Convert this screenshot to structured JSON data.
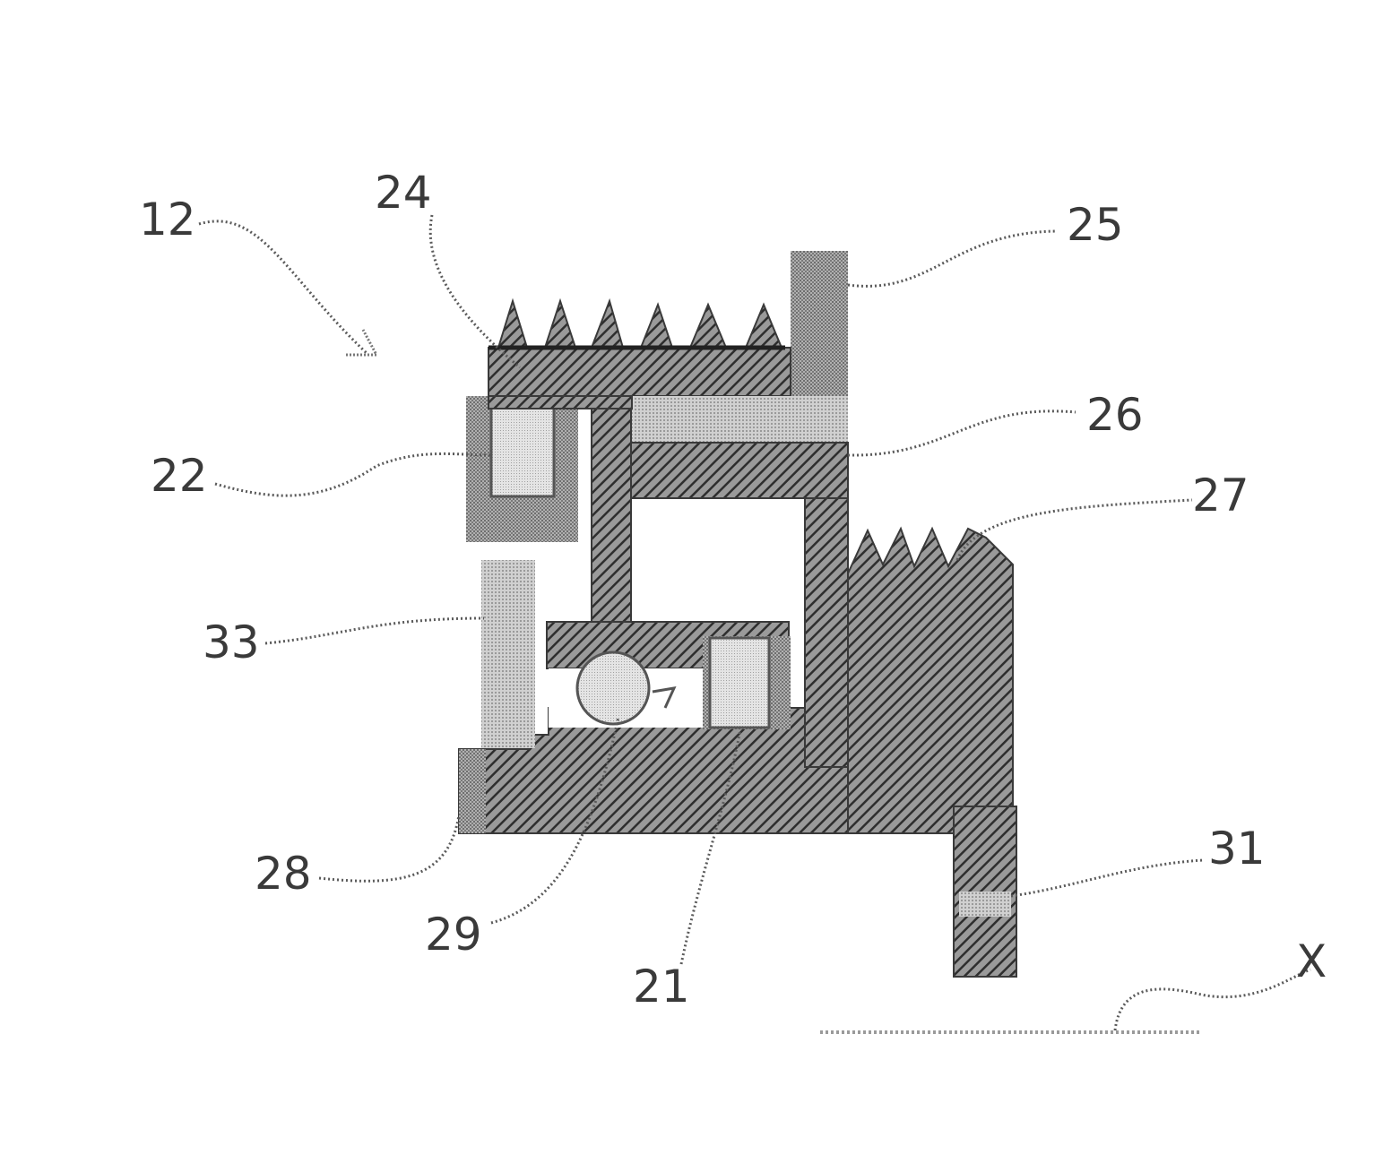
{
  "diagram": {
    "labels": {
      "ref_12": "12",
      "ref_24": "24",
      "ref_25": "25",
      "ref_26": "26",
      "ref_22": "22",
      "ref_27": "27",
      "ref_33": "33",
      "ref_28": "28",
      "ref_29": "29",
      "ref_21": "21",
      "ref_31": "31",
      "ref_x": "X"
    },
    "colors": {
      "hatch_dark": "#3a3a3a",
      "stipple_light": "#b8b8b8",
      "stipple_mid": "#8e8e8e",
      "background": "#ffffff"
    }
  }
}
